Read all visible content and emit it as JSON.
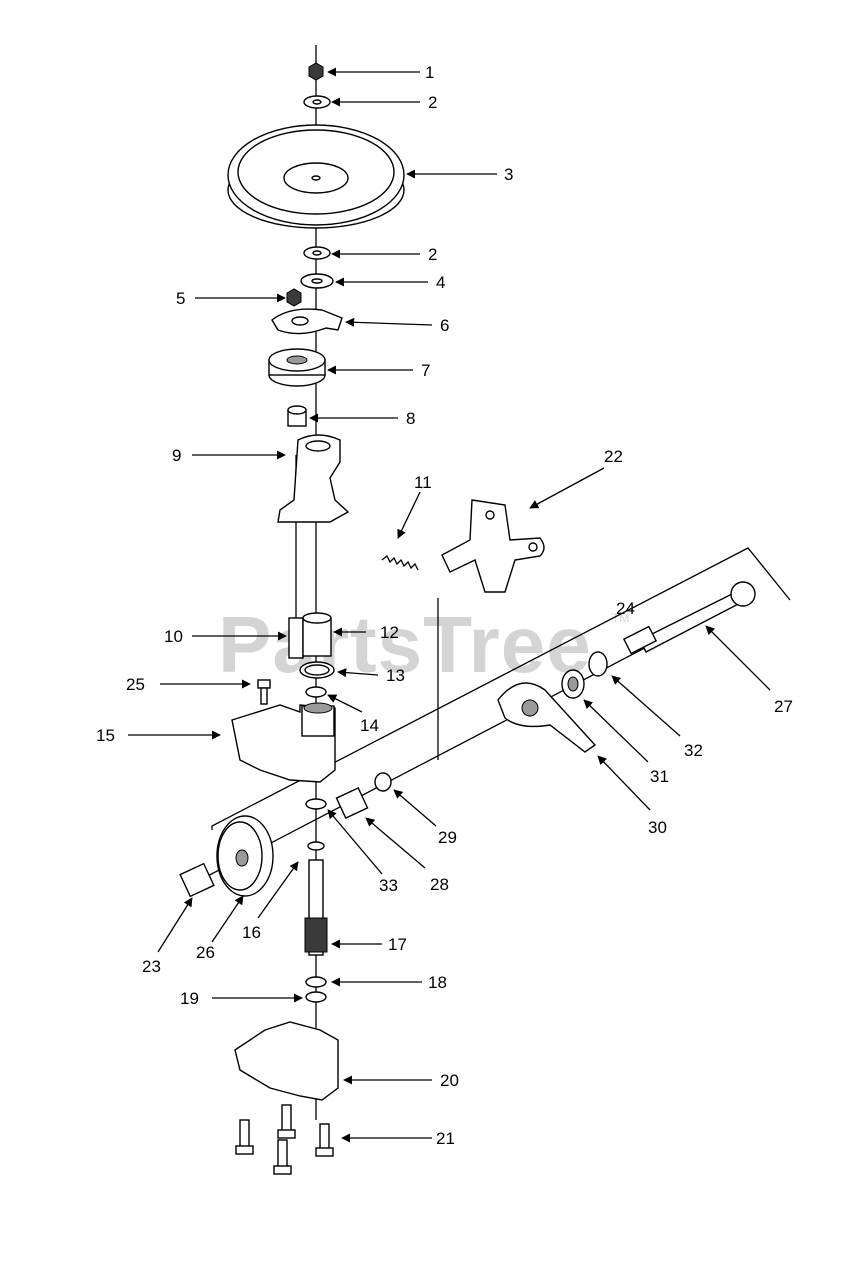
{
  "watermark": {
    "text": "PartsTree",
    "trademark": "TM"
  },
  "callouts": [
    {
      "label": "1"
    },
    {
      "label": "2"
    },
    {
      "label": "3"
    },
    {
      "label": "2"
    },
    {
      "label": "4"
    },
    {
      "label": "5"
    },
    {
      "label": "6"
    },
    {
      "label": "7"
    },
    {
      "label": "8"
    },
    {
      "label": "9"
    },
    {
      "label": "22"
    },
    {
      "label": "11"
    },
    {
      "label": "24"
    },
    {
      "label": "10"
    },
    {
      "label": "12"
    },
    {
      "label": "13"
    },
    {
      "label": "25"
    },
    {
      "label": "14"
    },
    {
      "label": "15"
    },
    {
      "label": "27"
    },
    {
      "label": "32"
    },
    {
      "label": "31"
    },
    {
      "label": "30"
    },
    {
      "label": "29"
    },
    {
      "label": "28"
    },
    {
      "label": "33"
    },
    {
      "label": "16"
    },
    {
      "label": "26"
    },
    {
      "label": "23"
    },
    {
      "label": "17"
    },
    {
      "label": "18"
    },
    {
      "label": "19"
    },
    {
      "label": "20"
    },
    {
      "label": "21"
    }
  ]
}
